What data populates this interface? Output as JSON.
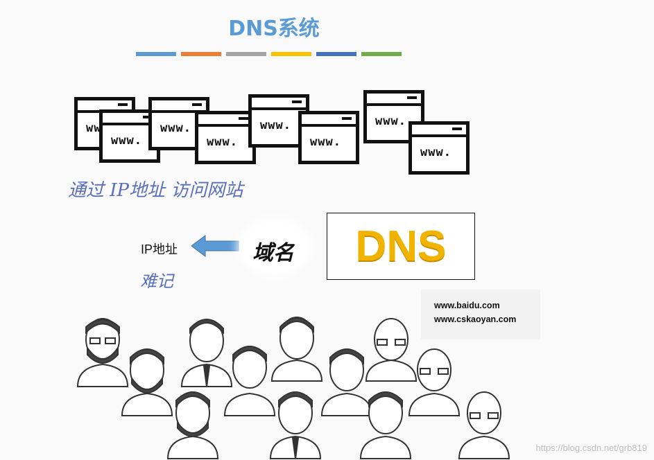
{
  "title": "DNS系统",
  "color_bars": [
    "#5b9bd5",
    "#ed7d31",
    "#a5a5a5",
    "#ffc000",
    "#4472c4",
    "#70ad47"
  ],
  "browser_label": "www.",
  "notes": {
    "access": "通过 IP地址 访问网站",
    "hard_to_remember": "难记"
  },
  "ip_label": "IP地址",
  "domain_label": "域名",
  "dns_label": "DNS",
  "urls": [
    "www.baidu.com",
    "www.cskaoyan.com"
  ],
  "watermark": "https://blog.csdn.net/grb819"
}
